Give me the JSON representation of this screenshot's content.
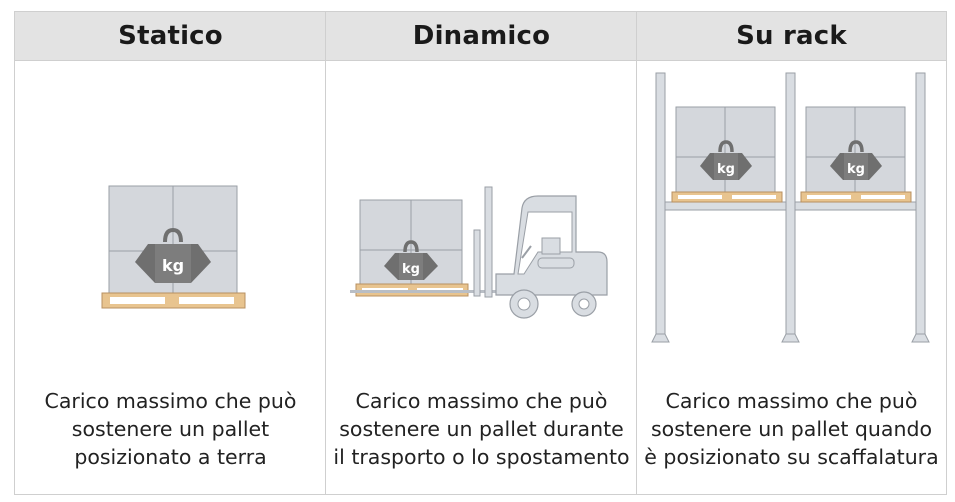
{
  "columns": [
    {
      "header": "Statico",
      "caption": [
        "Carico massimo che può",
        "sostenere un pallet",
        "posizionato a terra"
      ]
    },
    {
      "header": "Dinamico",
      "caption": [
        "Carico massimo che può",
        "sostenere un pallet durante",
        "il trasporto o lo spostamento"
      ]
    },
    {
      "header": "Su rack",
      "caption": [
        "Carico massimo che può",
        "sostenere un pallet quando",
        "è posizionato su scaffalatura"
      ]
    }
  ],
  "weight_label": "kg",
  "icons": [
    "pallet-with-weight-icon",
    "forklift-icon",
    "rack-icon"
  ],
  "colors": {
    "header_bg": "#e3e3e3",
    "box": "#d4d7dc",
    "box_line": "#9a9fa6",
    "weight": "#6f6f6f",
    "pallet": "#e8c48f",
    "machine": "#d9dde2"
  }
}
